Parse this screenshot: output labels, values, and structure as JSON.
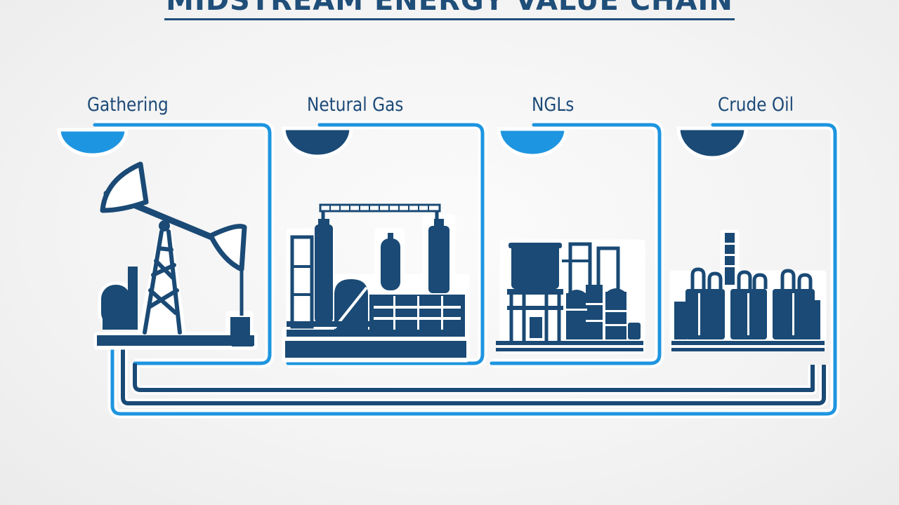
{
  "title": "MIDSTREAM ENERGY VALUE CHAIN",
  "stages": [
    {
      "label": "Gathering",
      "icon": "pumpjack-icon"
    },
    {
      "label": "Netural Gas",
      "icon": "gas-processing-plant-icon"
    },
    {
      "label": "NGLs",
      "icon": "ngl-fractionation-plant-icon"
    },
    {
      "label": "Crude Oil",
      "icon": "crude-oil-refinery-icon"
    }
  ],
  "colors": {
    "navy": "#1a4a75",
    "blue": "#1e95e0",
    "background": "#f3f3f3"
  }
}
